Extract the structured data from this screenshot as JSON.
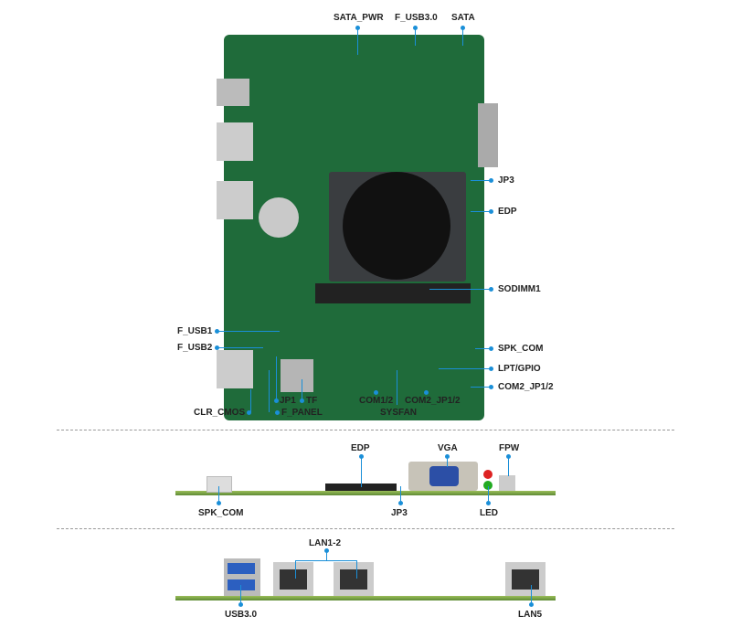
{
  "top_view": {
    "top_labels": [
      "SATA_PWR",
      "F_USB3.0",
      "SATA"
    ],
    "right_labels": [
      "JP3",
      "EDP",
      "SODIMM1",
      "SPK_COM",
      "LPT/GPIO",
      "COM2_JP1/2"
    ],
    "left_labels": [
      "F_USB1",
      "F_USB2",
      "CLR_CMOS"
    ],
    "bottom_labels": [
      "JP1",
      "TF",
      "F_PANEL",
      "COM1/2",
      "COM2_JP1/2",
      "SYSFAN"
    ]
  },
  "side_view_1": {
    "labels": [
      "EDP",
      "VGA",
      "FPW",
      "SPK_COM",
      "JP3",
      "LED"
    ]
  },
  "side_view_2": {
    "labels": [
      "LAN1-2",
      "USB3.0",
      "LAN5"
    ]
  },
  "colors": {
    "accent": "#1a8fd8",
    "pcb": "#1f6b3a"
  }
}
